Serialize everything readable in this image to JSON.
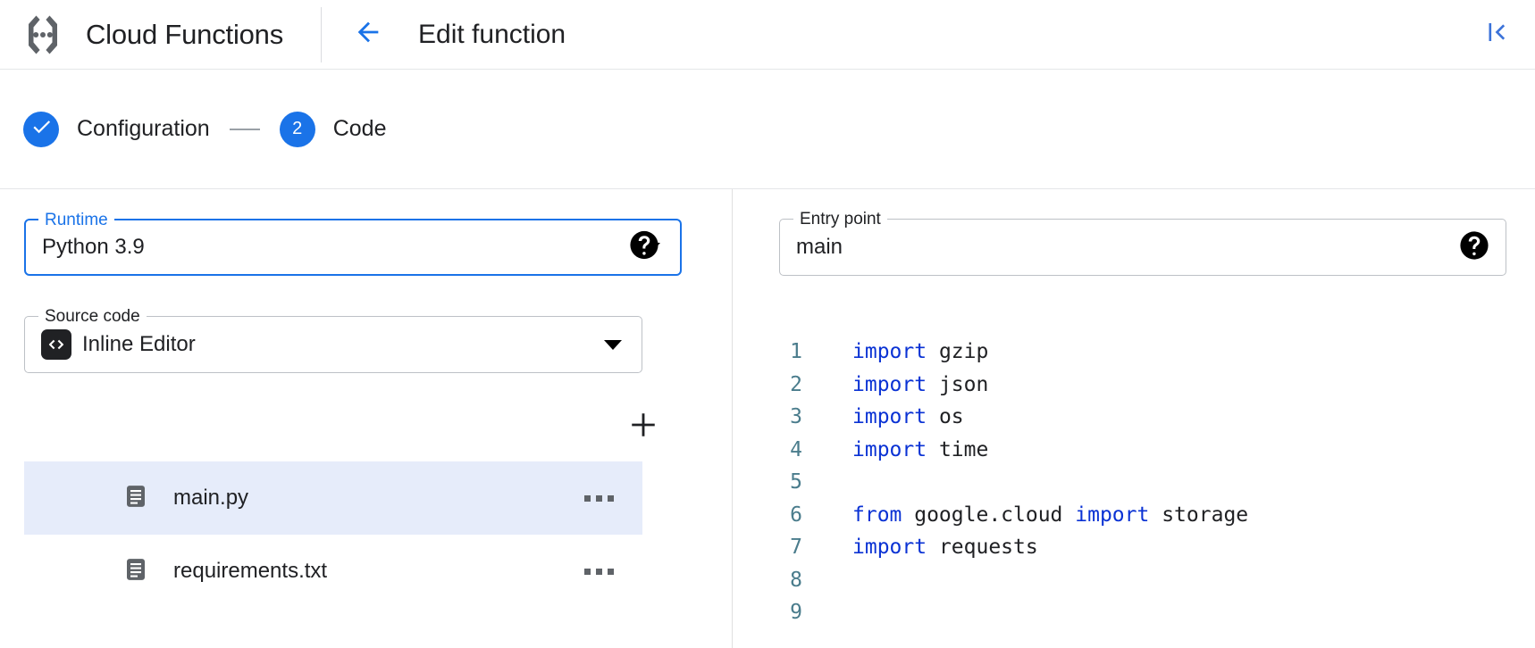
{
  "appbar": {
    "logo_icon": "cloud-functions-logo",
    "product_title": "Cloud Functions",
    "back_icon": "arrow-left-icon",
    "page_heading": "Edit function",
    "collapse_icon": "collapse-panel-icon"
  },
  "stepper": {
    "steps": [
      {
        "marker": "✓",
        "label": "Configuration",
        "state": "complete",
        "icon": "check-icon"
      },
      {
        "marker": "2",
        "label": "Code",
        "state": "active",
        "icon": "step-number"
      }
    ],
    "connector": "—"
  },
  "runtime": {
    "label": "Runtime",
    "value": "Python 3.9",
    "dropdown_icon": "chevron-down-icon",
    "help_icon": "help-circle-icon",
    "focused": true
  },
  "entry_point": {
    "label": "Entry point",
    "value": "main",
    "placeholder": "Entry point",
    "help_icon": "help-circle-icon"
  },
  "source_code": {
    "label": "Source code",
    "value": "Inline Editor",
    "leading_icon": "code-brackets-icon",
    "dropdown_icon": "chevron-down-icon"
  },
  "file_panel": {
    "add_icon": "plus-icon",
    "add_label": "Add file",
    "files": [
      {
        "name": "main.py",
        "icon": "file-icon",
        "selected": true,
        "menu_icon": "more-horizontal-icon"
      },
      {
        "name": "requirements.txt",
        "icon": "file-icon",
        "selected": false,
        "menu_icon": "more-horizontal-icon"
      }
    ]
  },
  "editor": {
    "filename": "main.py",
    "language": "python",
    "lines": [
      {
        "n": "1",
        "tokens": [
          {
            "t": "import",
            "k": true
          },
          {
            "t": " gzip",
            "k": false
          }
        ]
      },
      {
        "n": "2",
        "tokens": [
          {
            "t": "import",
            "k": true
          },
          {
            "t": " json",
            "k": false
          }
        ]
      },
      {
        "n": "3",
        "tokens": [
          {
            "t": "import",
            "k": true
          },
          {
            "t": " os",
            "k": false
          }
        ]
      },
      {
        "n": "4",
        "tokens": [
          {
            "t": "import",
            "k": true
          },
          {
            "t": " time",
            "k": false
          }
        ]
      },
      {
        "n": "5",
        "tokens": []
      },
      {
        "n": "6",
        "tokens": [
          {
            "t": "from",
            "k": true
          },
          {
            "t": " google.cloud ",
            "k": false
          },
          {
            "t": "import",
            "k": true
          },
          {
            "t": " storage",
            "k": false
          }
        ]
      },
      {
        "n": "7",
        "tokens": [
          {
            "t": "import",
            "k": true
          },
          {
            "t": " requests",
            "k": false
          }
        ]
      },
      {
        "n": "8",
        "tokens": []
      },
      {
        "n": "9",
        "tokens": []
      }
    ]
  },
  "colors": {
    "accent": "#1a73e8",
    "selected_row": "#e6ecfa",
    "keyword": "#0a32d4",
    "line_number": "#4a7c8c",
    "text": "#202124",
    "border": "#bdc1c6"
  }
}
